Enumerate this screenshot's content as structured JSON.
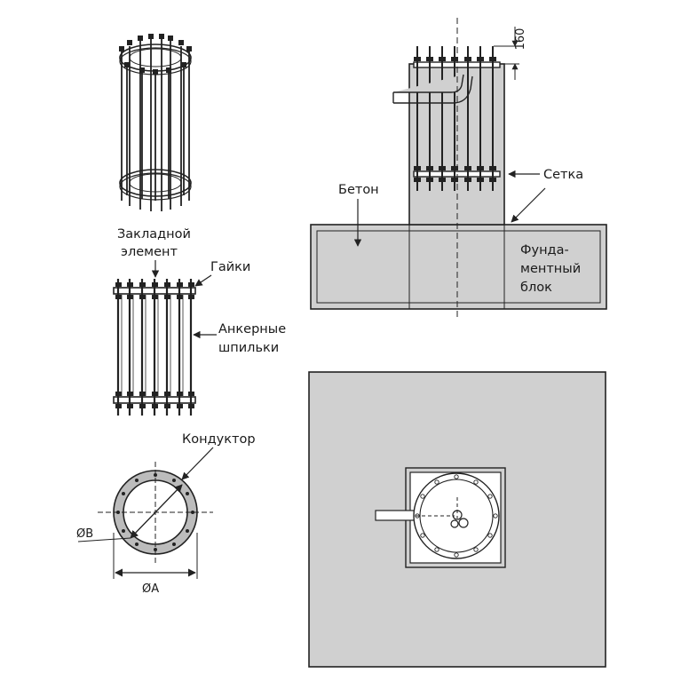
{
  "labels": {
    "embedded_line1": "Закладной",
    "embedded_line2": "элемент",
    "nuts": "Гайки",
    "anchor_line1": "Анкерные",
    "anchor_line2": "шпильки",
    "jig": "Кондуктор",
    "concrete": "Бетон",
    "mesh": "Сетка",
    "block_line1": "Фунда-",
    "block_line2": "ментный",
    "block_line3": "блок"
  },
  "dimensions": {
    "dia_b": "ØB",
    "dia_a": "ØA",
    "height_160": "160"
  },
  "colors": {
    "concrete_fill": "#d0d0d0",
    "jig_fill": "#bcbcbc",
    "line": "#222222"
  }
}
